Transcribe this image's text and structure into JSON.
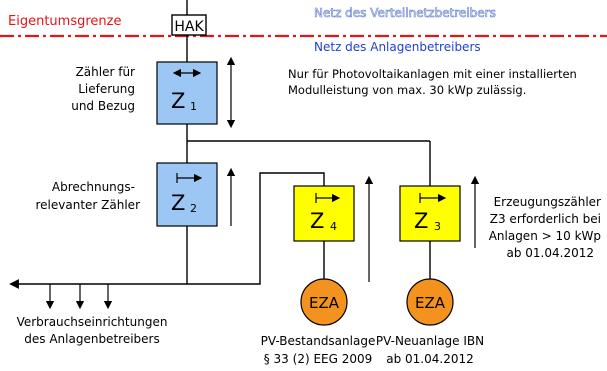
{
  "boundary": {
    "label": "Eigentumsgrenze",
    "upper_network": "Netz des Verteilnetzbetreibers",
    "lower_network": "Netz des Anlagenbetreibers",
    "hak": "HAK"
  },
  "note": {
    "line1": "Nur für Photovoltaikanlagen mit einer installierten",
    "line2": "Modulleistung von max. 30 kWp zulässig."
  },
  "meters": {
    "z1": {
      "letter": "Z",
      "sub": "1",
      "label": [
        "Zähler für",
        "Lieferung",
        "und Bezug"
      ]
    },
    "z2": {
      "letter": "Z",
      "sub": "2",
      "label": [
        "Abrechnungs-",
        "relevanter Zähler"
      ]
    },
    "z3": {
      "letter": "Z",
      "sub": "3",
      "label": [
        "Erzeugungszähler",
        "Z3 erforderlich bei",
        "Anlagen > 10 kWp",
        "ab 01.04.2012"
      ]
    },
    "z4": {
      "letter": "Z",
      "sub": "4"
    }
  },
  "consumers": {
    "label": [
      "Verbrauchseinrichtungen",
      "des Anlagenbetreibers"
    ]
  },
  "eza": {
    "left": {
      "label": "EZA",
      "caption": [
        "PV-Bestandsanlage",
        "§ 33 (2) EEG 2009"
      ]
    },
    "right": {
      "label": "EZA",
      "caption": [
        "PV-Neuanlage IBN",
        "ab 01.04.2012"
      ]
    }
  },
  "colors": {
    "boundary_red": "#e4141b",
    "network_blue": "#1f3fd6",
    "meter_blue": "#9cc7f4",
    "meter_yellow": "#ffff00",
    "eza_orange": "#f3921e"
  }
}
